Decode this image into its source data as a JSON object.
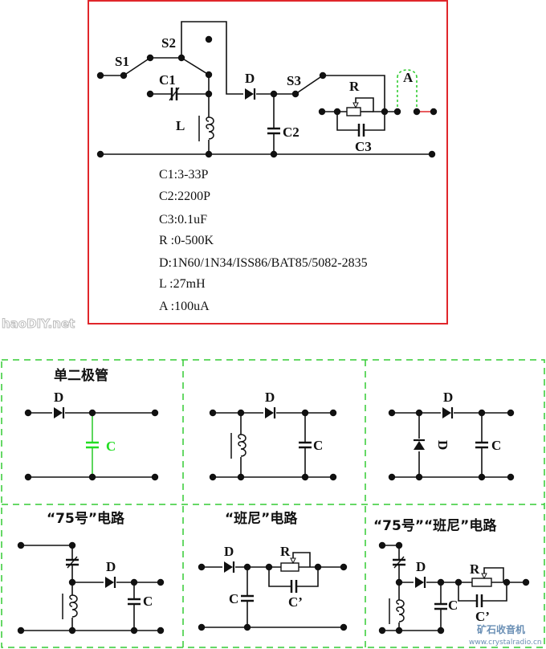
{
  "top_diagram": {
    "labels": {
      "s1": "S1",
      "s2": "S2",
      "c1": "C1",
      "d": "D",
      "s3": "S3",
      "r": "R",
      "l": "L",
      "c2": "C2",
      "c3": "C3",
      "a": "A"
    },
    "specs": [
      "C1:3-33P",
      "C2:2200P",
      "C3:0.1uF",
      "R :0-500K",
      "D:1N60/1N34/ISS86/BAT85/5082-2835",
      "L :27mH",
      "A :100uA"
    ]
  },
  "watermark_left": "haoDIY.net",
  "panels": [
    {
      "title": "单二极管",
      "d": "D",
      "c": "C"
    },
    {
      "d": "D",
      "c": "C"
    },
    {
      "d": "D",
      "d2": "D",
      "c": "C"
    },
    {
      "title": "“75号”电路",
      "d": "D",
      "c": "C"
    },
    {
      "title": "“班尼”电路",
      "d": "D",
      "r": "R",
      "c": "C",
      "c2": "C’"
    },
    {
      "title": "“75号”“班尼”电路",
      "d": "D",
      "r": "R",
      "c": "C",
      "c2": "C’"
    }
  ],
  "watermark_right": {
    "cn": "矿石收音机",
    "url": "www.crystalradio.cn"
  },
  "colors": {
    "frame": "#e0262b",
    "dashed": "#33cc33",
    "wire": "#111111",
    "ammeter_lead": "#e0262b"
  }
}
